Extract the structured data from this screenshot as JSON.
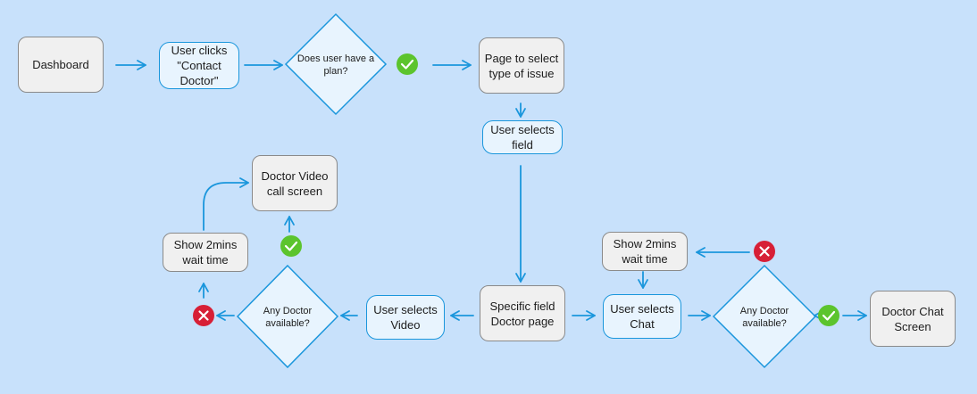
{
  "nodes": {
    "dashboard": "Dashboard",
    "user_clicks_contact": "User clicks\n\"Contact\nDoctor\"",
    "has_plan": "Does user have a\nplan?",
    "select_issue_type": "Page to select\ntype of issue",
    "user_selects_field": "User selects\nfield",
    "specific_field_page": "Specific field\nDoctor page",
    "user_selects_video": "User selects\nVideo",
    "doctor_available_video": "Any Doctor\navailable?",
    "wait_time_video": "Show 2mins\nwait time",
    "video_call_screen": "Doctor Video\ncall screen",
    "user_selects_chat": "User selects\nChat",
    "doctor_available_chat": "Any Doctor\navailable?",
    "wait_time_chat": "Show 2mins\nwait time",
    "chat_screen": "Doctor Chat\nScreen"
  },
  "colors": {
    "background": "#c8e1fb",
    "arrow": "#1a96dc",
    "yes": "#5cc42d",
    "no": "#d71f36",
    "screen_fill": "#f0f0f0",
    "action_fill": "#e8f4fe"
  },
  "icons": [
    "check-icon",
    "cross-icon"
  ]
}
